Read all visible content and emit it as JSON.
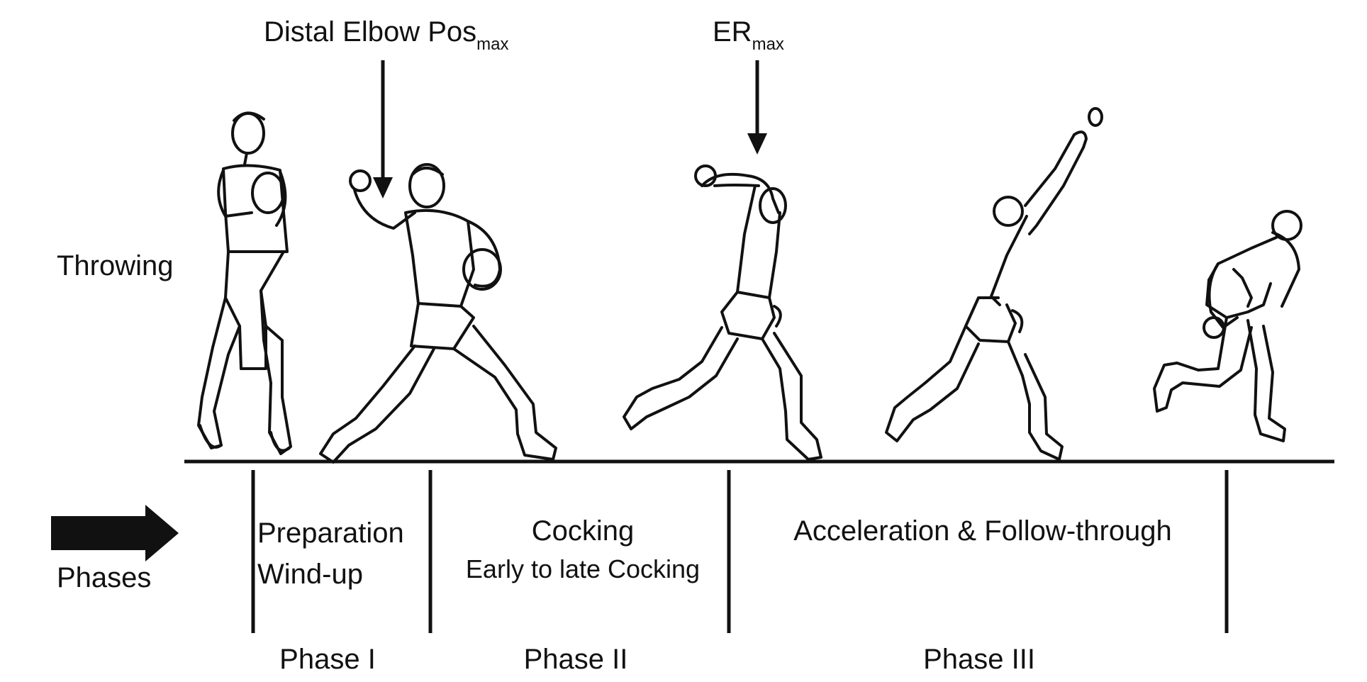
{
  "annotations": {
    "distal_elbow": {
      "main": "Distal Elbow Pos",
      "sub": "max"
    },
    "er": {
      "main": "ER",
      "sub": "max"
    }
  },
  "row_labels": {
    "throwing": "Throwing",
    "phases": "Phases"
  },
  "phase_names": {
    "preparation_line1": "Preparation",
    "preparation_line2": "Wind-up",
    "cocking": "Cocking",
    "cocking_sub": "Early to late Cocking",
    "acceleration": "Acceleration & Follow-through"
  },
  "phase_numbers": {
    "one": "Phase I",
    "two": "Phase II",
    "three": "Phase III"
  }
}
